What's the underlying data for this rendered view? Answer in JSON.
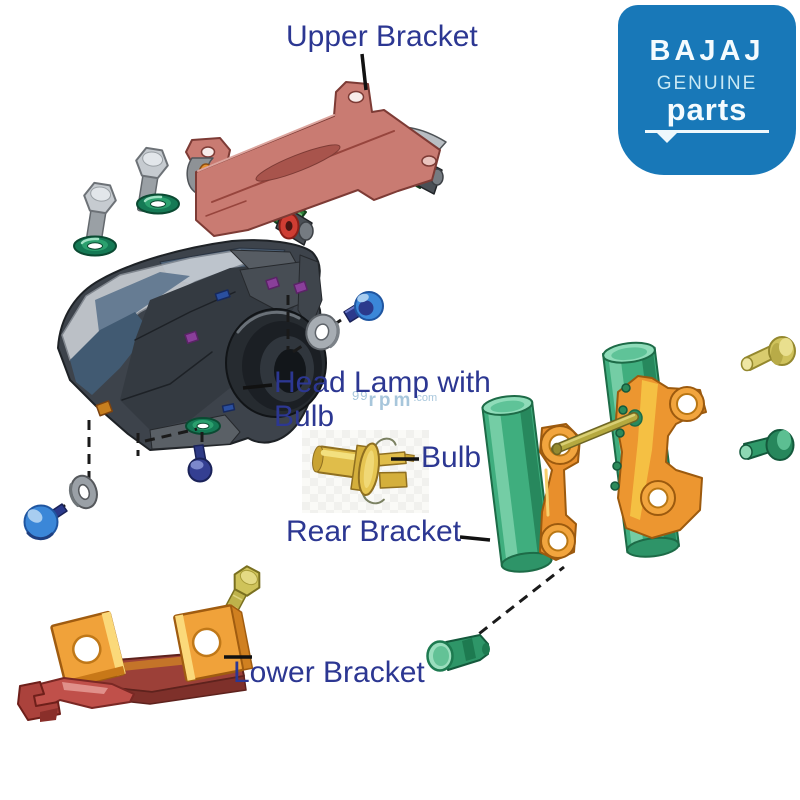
{
  "page": {
    "background": "#ffffff",
    "description_type": "exploded-parts-diagram"
  },
  "logo": {
    "brand": "BAJAJ",
    "line2": "GENUINE",
    "line3": "parts",
    "bg_color": "#1878b8",
    "text_color": "#f4fbfe"
  },
  "watermark": {
    "prefix": "99",
    "name": "rpm",
    "suffix": ".com",
    "color": "#a3c4da"
  },
  "labels": {
    "color": "#2c3792",
    "upper_bracket": "Upper Bracket",
    "head_lamp_line1": "Head Lamp with",
    "head_lamp_line2": "Bulb",
    "bulb": "Bulb",
    "rear_bracket": "Rear Bracket",
    "lower_bracket": "Lower Bracket"
  },
  "parts": [
    {
      "name": "upper-bracket",
      "count": 1,
      "color": "#c97b72"
    },
    {
      "name": "mounting-roller-green",
      "count": 2,
      "color": "#2e7d3a"
    },
    {
      "name": "hex-bolt-silver",
      "count": 2,
      "color": "#c6cbd0"
    },
    {
      "name": "o-ring-green",
      "count": 3,
      "color": "#1e8a62"
    },
    {
      "name": "head-lamp-with-bulb",
      "count": 1,
      "color": "#3d434b"
    },
    {
      "name": "washer-grey",
      "count": 2,
      "color": "#9aa0a6"
    },
    {
      "name": "screw-blue",
      "count": 2,
      "color": "#3b87d8"
    },
    {
      "name": "screw-navy",
      "count": 1,
      "color": "#2e3a85"
    },
    {
      "name": "bulb",
      "count": 1,
      "color": "#e0bd4a"
    },
    {
      "name": "rear-bracket",
      "count": 1,
      "color": "#ec9630"
    },
    {
      "name": "fork-tube-green",
      "count": 2,
      "color": "#3fae7e"
    },
    {
      "name": "bolt-yellow",
      "count": 2,
      "color": "#d9cc6e"
    },
    {
      "name": "bolt-green",
      "count": 2,
      "color": "#2f9a6a"
    },
    {
      "name": "lower-bracket",
      "count": 1,
      "color": "#f0a23a"
    }
  ]
}
